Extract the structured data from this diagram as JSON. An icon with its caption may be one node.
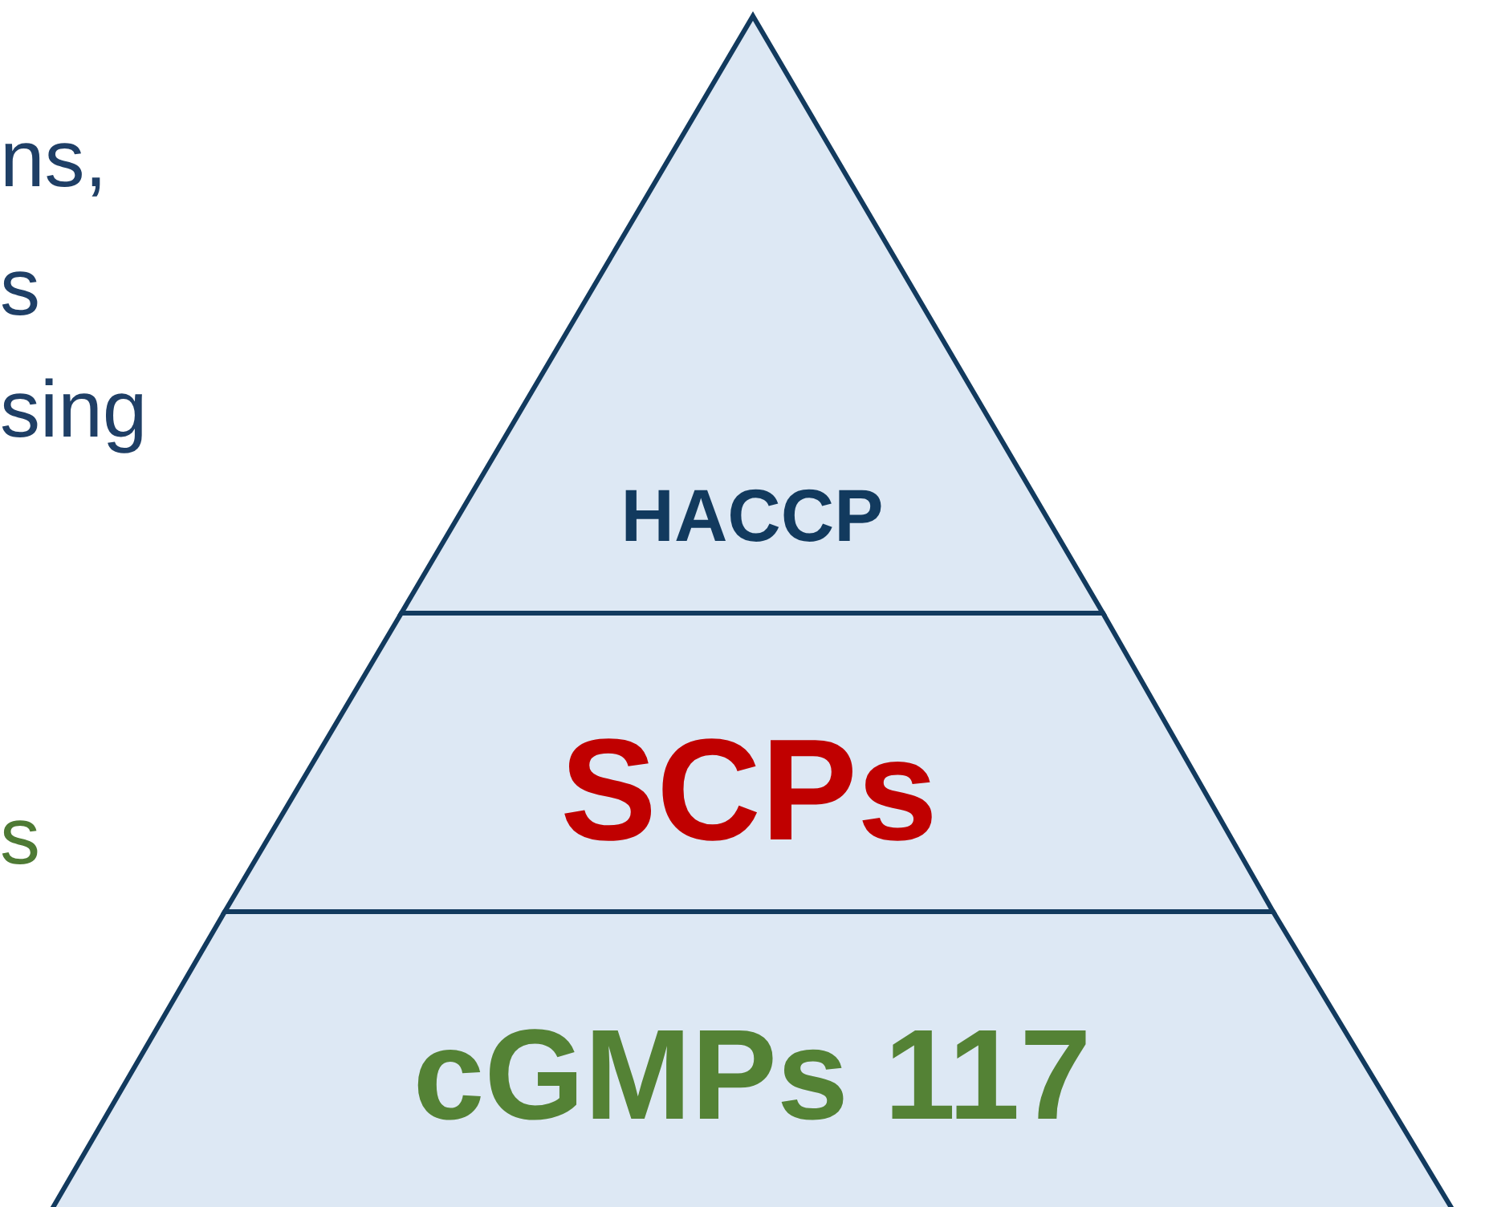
{
  "diagram": {
    "nodes": [
      {
        "text": [
          "HACCP"
        ]
      },
      {
        "text": [
          "SCPs"
        ]
      },
      {
        "text": [
          "cGMPs 117"
        ]
      }
    ],
    "labels": [
      "ns,",
      "s",
      "sing",
      "s"
    ]
  }
}
